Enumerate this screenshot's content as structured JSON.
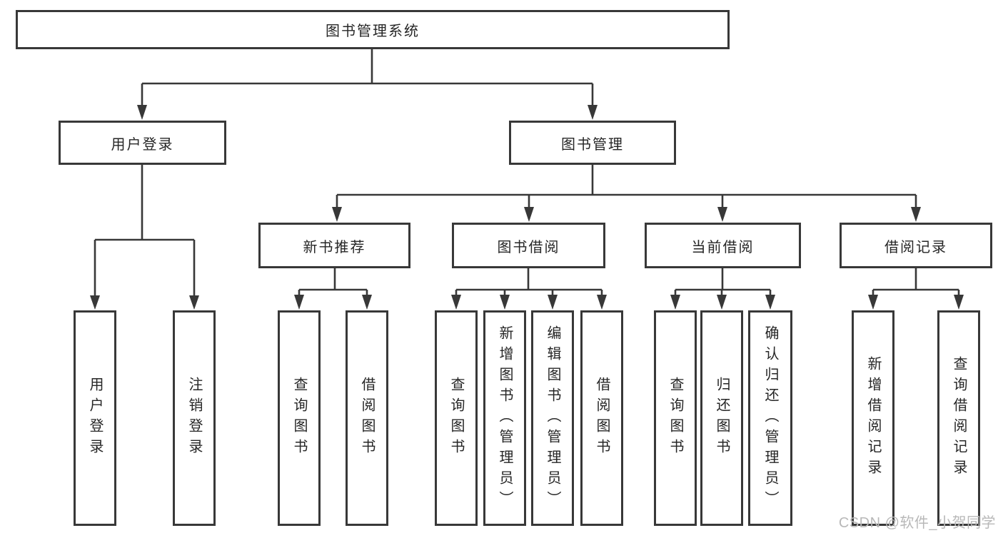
{
  "diagram": {
    "type": "hierarchy-tree",
    "root": {
      "label": "图书管理系统"
    },
    "level2": [
      {
        "label": "用户登录"
      },
      {
        "label": "图书管理"
      }
    ],
    "level3": [
      {
        "label": "新书推荐",
        "parent": "图书管理"
      },
      {
        "label": "图书借阅",
        "parent": "图书管理"
      },
      {
        "label": "当前借阅",
        "parent": "图书管理"
      },
      {
        "label": "借阅记录",
        "parent": "图书管理"
      }
    ],
    "leaves": [
      {
        "label": "用户登录",
        "parent": "用户登录"
      },
      {
        "label": "注销登录",
        "parent": "用户登录"
      },
      {
        "label": "查询图书",
        "parent": "新书推荐"
      },
      {
        "label": "借阅图书",
        "parent": "新书推荐"
      },
      {
        "label": "查询图书",
        "parent": "图书借阅"
      },
      {
        "label": "新增图书（管理员）",
        "parent": "图书借阅"
      },
      {
        "label": "编辑图书（管理员）",
        "parent": "图书借阅"
      },
      {
        "label": "借阅图书",
        "parent": "图书借阅"
      },
      {
        "label": "查询图书",
        "parent": "当前借阅"
      },
      {
        "label": "归还图书",
        "parent": "当前借阅"
      },
      {
        "label": "确认归还（管理员）",
        "parent": "当前借阅"
      },
      {
        "label": "新增借阅记录",
        "parent": "借阅记录"
      },
      {
        "label": "查询借阅记录",
        "parent": "借阅记录"
      }
    ]
  },
  "watermark": {
    "text": "CSDN @软件_小贺同学"
  },
  "colors": {
    "line": "#383838",
    "box_border": "#383838",
    "text": "#262626",
    "watermark": "#b8b8b8",
    "background": "#ffffff"
  }
}
